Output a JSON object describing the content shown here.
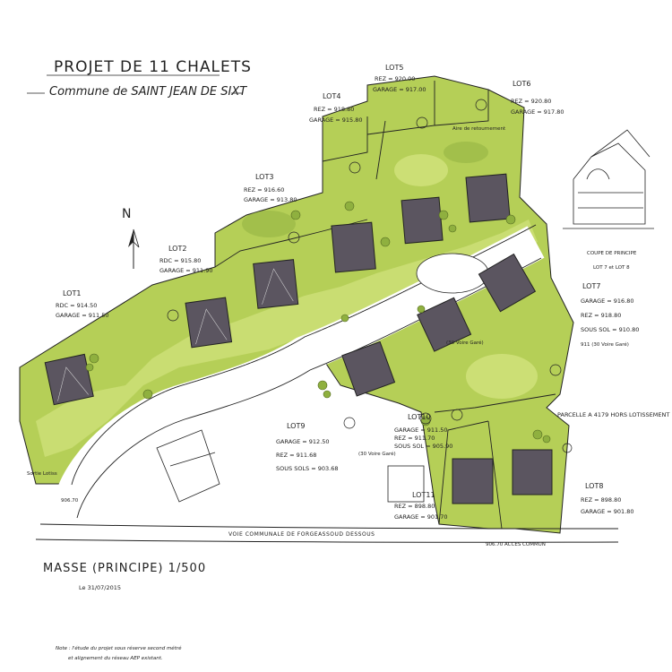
{
  "header": {
    "title": "PROJET DE 11 CHALETS",
    "subtitle": "Commune de SAINT JEAN DE SIXT"
  },
  "north": "N",
  "lots": [
    {
      "id": "lot1",
      "label": "LOT1",
      "lines": [
        "RDC = 914.50",
        "GARAGE = 911.50"
      ]
    },
    {
      "id": "lot2",
      "label": "LOT2",
      "lines": [
        "RDC = 915.80",
        "GARAGE = 911.90"
      ]
    },
    {
      "id": "lot3",
      "label": "LOT3",
      "lines": [
        "REZ = 916.60",
        "GARAGE = 913.80"
      ]
    },
    {
      "id": "lot4",
      "label": "LOT4",
      "lines": [
        "REZ = 918.80",
        "GARAGE = 915.80"
      ]
    },
    {
      "id": "lot5",
      "label": "LOT5",
      "lines": [
        "REZ = 920.00",
        "GARAGE = 917.00"
      ]
    },
    {
      "id": "lot6",
      "label": "LOT6",
      "lines": [
        "REZ = 920.80",
        "GARAGE = 917.80"
      ]
    },
    {
      "id": "lot7",
      "label": "LOT7",
      "lines": [
        "GARAGE = 916.80",
        "REZ = 918.80",
        "SOUS SOL = 910.80"
      ]
    },
    {
      "id": "lot8",
      "label": "LOT8",
      "lines": [
        "REZ = 898.80",
        "GARAGE = 901.80"
      ]
    },
    {
      "id": "lot9",
      "label": "LOT9",
      "lines": [
        "GARAGE = 912.50",
        "REZ = 911.68",
        "SOUS SOLS = 903.68"
      ]
    },
    {
      "id": "lot10",
      "label": "LOT10",
      "lines": [
        "GARAGE = 911.50",
        "REZ = 911.70",
        "SOUS SOL = 905.90"
      ]
    },
    {
      "id": "lot11",
      "label": "LOT11",
      "lines": [
        "REZ = 898.80",
        "GARAGE = 901.70"
      ]
    }
  ],
  "annotations": {
    "aire": "Aire de retournement",
    "parcelle": "PARCELLE A 4179 HORS LOTISSEMENT",
    "coupe": "COUPE DE PRINCIPE",
    "coupe_lots": "LOT 7 et LOT 8",
    "voie": "VOIE COMMUNALE DE FORGEASSOUD DESSOUS",
    "acces": "ACCES COMMUN",
    "cote_acces": "906.70",
    "cote_entree": "906.70",
    "entree": "Sortie Lotiss",
    "stat1": "(30 Voire Garé)",
    "stat2": "(30 Voire Garé)",
    "lot7_extra": "911 (30 Voire Garé)",
    "scale": "MASSE (PRINCIPE) 1/500",
    "date": "Le 31/07/2015",
    "note_line1": "Note : l'étude du projet sous réserve second métré",
    "note_line2": "et alignement du réseau AEP existant."
  },
  "colors": {
    "green": "#b5cf57",
    "green_light": "#d2e27d",
    "green_dark": "#8fb03f",
    "roof": "#5b5560",
    "road": "#ffffff",
    "ink": "#222222"
  }
}
